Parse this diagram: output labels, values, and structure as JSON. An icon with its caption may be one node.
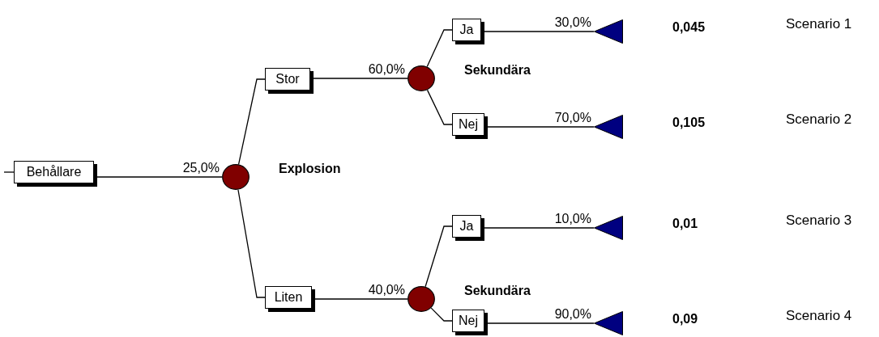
{
  "diagram": {
    "nodes": [
      {
        "text": [
          "Behållare"
        ]
      },
      {
        "text": [],
        "shape": "circle"
      },
      {
        "text": [
          "Stor"
        ]
      },
      {
        "text": [],
        "shape": "circle"
      },
      {
        "text": [
          "Ja"
        ]
      },
      {
        "text": [
          "Nej"
        ]
      },
      {
        "text": [],
        "shape": "triangle"
      },
      {
        "text": [],
        "shape": "triangle"
      },
      {
        "text": [
          "Liten"
        ]
      },
      {
        "text": [],
        "shape": "circle"
      },
      {
        "text": [
          "Ja"
        ]
      },
      {
        "text": [
          "Nej"
        ]
      },
      {
        "text": [],
        "shape": "triangle"
      },
      {
        "text": [],
        "shape": "triangle"
      }
    ],
    "labels": [
      "0,045",
      "Scenario 1",
      "Sekundära",
      "0,105",
      "Scenario 2",
      "Explosion",
      "0,01",
      "Scenario 3",
      "Sekundära",
      "0,09",
      "Scenario 4"
    ],
    "edges": [
      {
        "from": null,
        "to": 0,
        "arrow": "none"
      },
      {
        "from": 0,
        "to": 1,
        "arrow": "none",
        "label": "25,0%"
      },
      {
        "from": 1,
        "to": 2,
        "arrow": "none"
      },
      {
        "from": 1,
        "to": 8,
        "arrow": "none"
      },
      {
        "from": 2,
        "to": 3,
        "arrow": "none",
        "label": "60,0%"
      },
      {
        "from": 3,
        "to": 4,
        "arrow": "none"
      },
      {
        "from": 3,
        "to": 5,
        "arrow": "none"
      },
      {
        "from": 4,
        "to": 6,
        "arrow": "none",
        "label": "30,0%"
      },
      {
        "from": 5,
        "to": 7,
        "arrow": "none",
        "label": "70,0%"
      },
      {
        "from": 8,
        "to": 9,
        "arrow": "none",
        "label": "40,0%"
      },
      {
        "from": 9,
        "to": 10,
        "arrow": "none"
      },
      {
        "from": 9,
        "to": 11,
        "arrow": "none"
      },
      {
        "from": 10,
        "to": 12,
        "arrow": "none",
        "label": "10,0%"
      },
      {
        "from": 11,
        "to": 13,
        "arrow": "none",
        "label": "90,0%"
      }
    ]
  }
}
